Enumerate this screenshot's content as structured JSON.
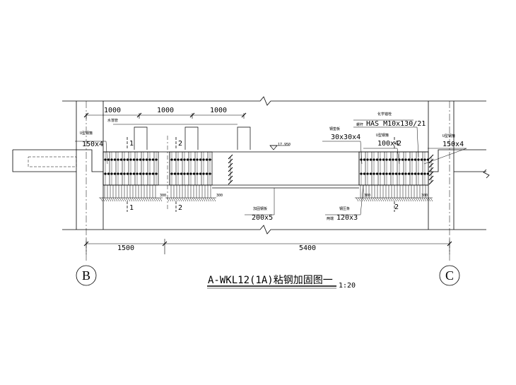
{
  "drawing": {
    "title": "A-WKL12(1A)粘钢加固图一",
    "scale": "1:20",
    "axes": {
      "left": "B",
      "right": "C"
    },
    "top_dims": [
      "1000",
      "1000",
      "1000"
    ],
    "bottom_dims": [
      "1500",
      "5400"
    ],
    "elevation": "17.950",
    "labels": {
      "u_left_name": "U型钢箍",
      "u_left_size": "150x4",
      "water_pipe": "水落管",
      "steel_plate_name": "钢垫板",
      "steel_plate_size": "30x30x4",
      "chem_anchor_name": "化学锚栓",
      "chem_anchor_prefix": "螺杆",
      "chem_anchor_size": "HAS M10x130/21",
      "u_mid_name": "U型钢箍",
      "u_mid_size": "100x4",
      "u_right_name": "U型钢箍",
      "u_right_size": "150x4",
      "bottom_plate_name": "加固钢板",
      "bottom_plate_size": "200x5",
      "side_plate_name": "钢压条",
      "side_plate_prefix": "两端",
      "side_plate_size": "120x3"
    },
    "section_marks": [
      "1",
      "2",
      "2",
      "1",
      "2",
      "2"
    ],
    "small_dims": [
      "300",
      "300",
      "300",
      "300"
    ]
  }
}
